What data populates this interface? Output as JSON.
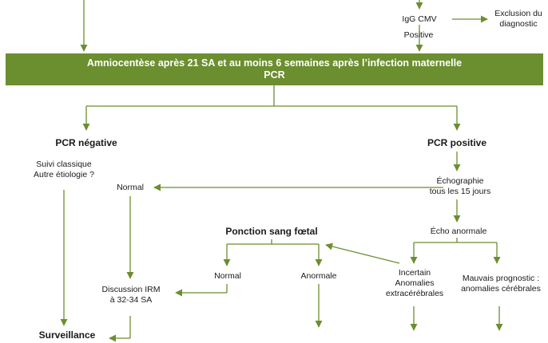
{
  "top": {
    "igg_label": "IgG CMV",
    "exclusion_label": "Exclusion du\ndiagnostic",
    "positive_label": "Positive"
  },
  "banner": {
    "line1": "Amniocentèse après 21 SA et au moins 6 semaines après l’infection maternelle",
    "line2": "PCR"
  },
  "left_branch": {
    "heading": "PCR négative",
    "followup": "Suivi classique\nAutre étiologie ?",
    "normal": "Normal",
    "discussion": "Discussion IRM\nà 32-34 SA",
    "surveillance": "Surveillance"
  },
  "right_branch": {
    "heading": "PCR positive",
    "echography": "Échographie\ntous les 15 jours",
    "abnormal_echo": "Écho anormale",
    "uncertain": "Incertain\nAnomalies\nextracérébrales",
    "bad_prognosis": "Mauvais prognostic :\nanomalies cérébrales"
  },
  "center_branch": {
    "heading": "Ponction sang fœtal",
    "normal": "Normal",
    "abnormal": "Anormale"
  },
  "colors": {
    "accent_green": "#6b8e2f",
    "line_green": "#6b8e2f",
    "text": "#1a1a1a"
  }
}
